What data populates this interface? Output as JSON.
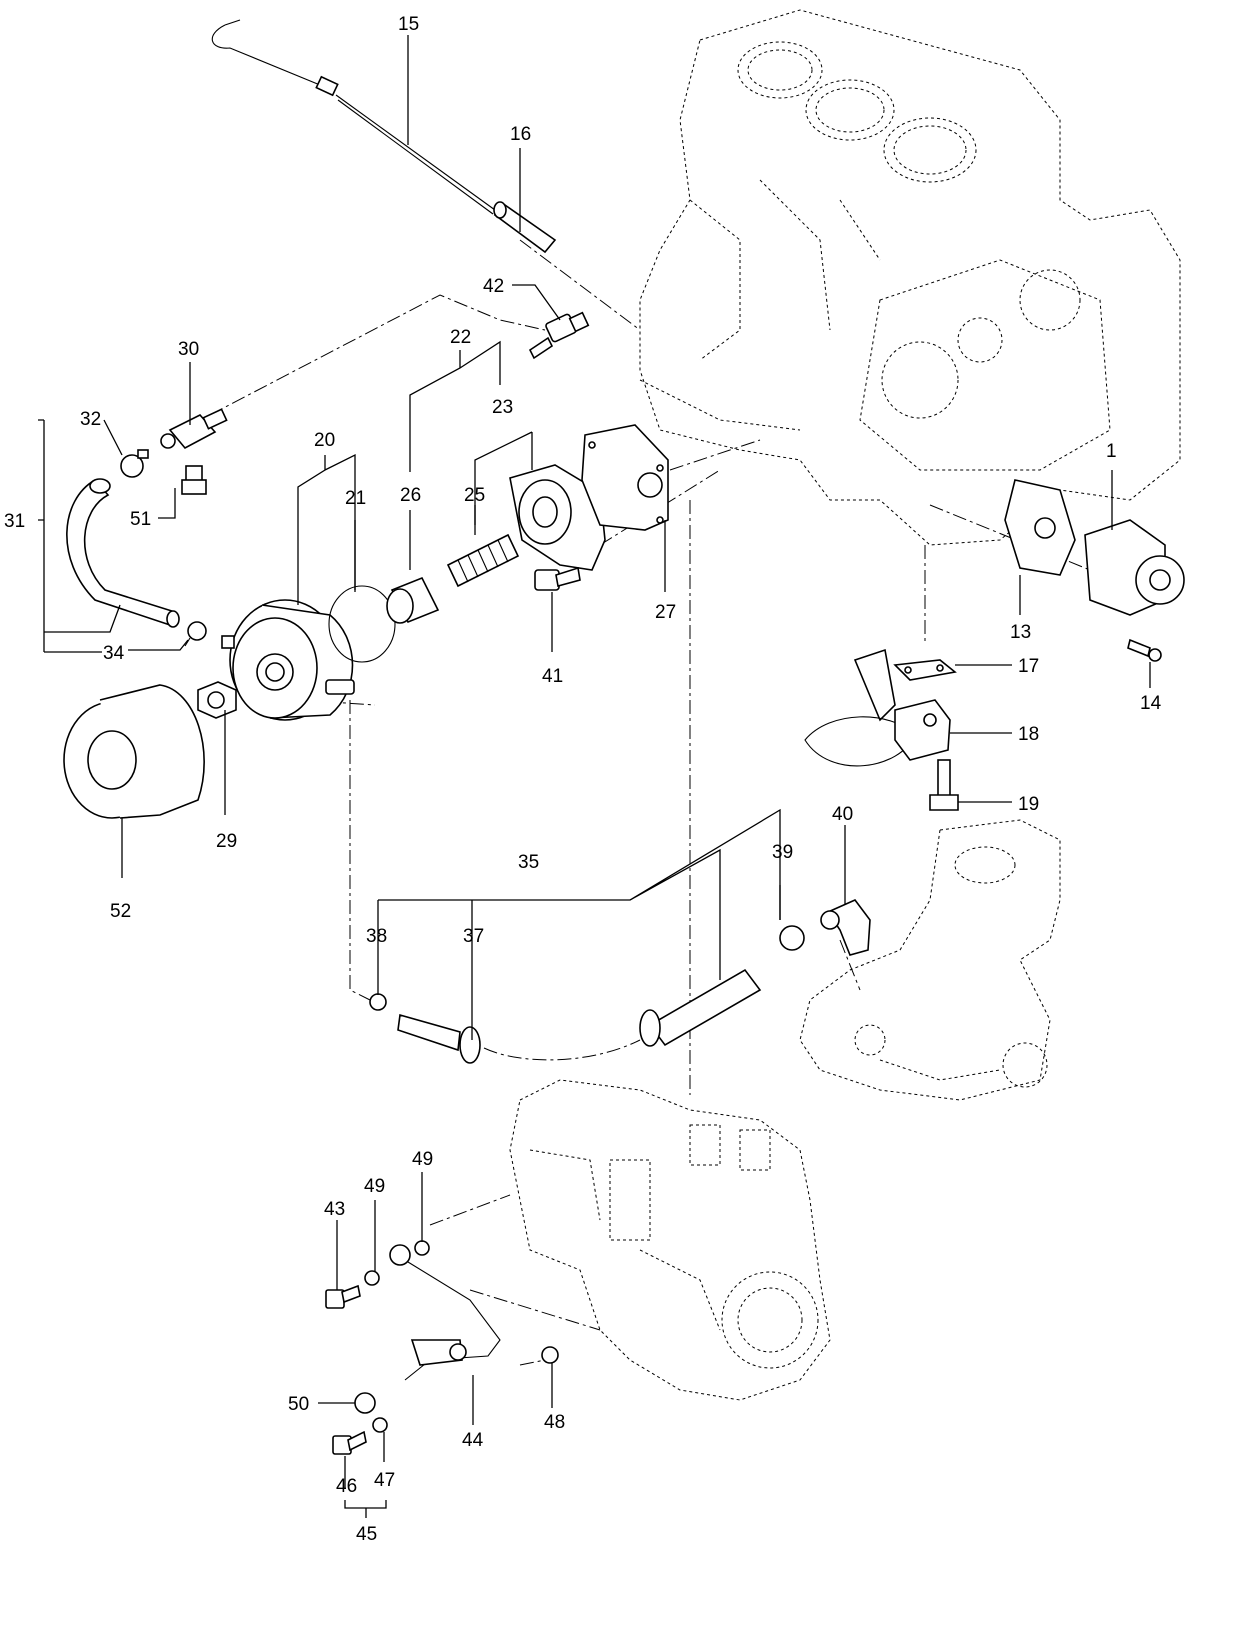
{
  "callouts": {
    "c1": "1",
    "c13": "13",
    "c14": "14",
    "c15": "15",
    "c16": "16",
    "c17": "17",
    "c18": "18",
    "c19": "19",
    "c20": "20",
    "c21": "21",
    "c22": "22",
    "c23": "23",
    "c25": "25",
    "c26": "26",
    "c27": "27",
    "c29": "29",
    "c30": "30",
    "c31": "31",
    "c32": "32",
    "c34": "34",
    "c35": "35",
    "c37": "37",
    "c38": "38",
    "c39": "39",
    "c40": "40",
    "c41": "41",
    "c42": "42",
    "c43": "43",
    "c44": "44",
    "c45": "45",
    "c46": "46",
    "c47": "47",
    "c48": "48",
    "c49a": "49",
    "c49b": "49",
    "c50": "50",
    "c51": "51",
    "c52": "52"
  }
}
